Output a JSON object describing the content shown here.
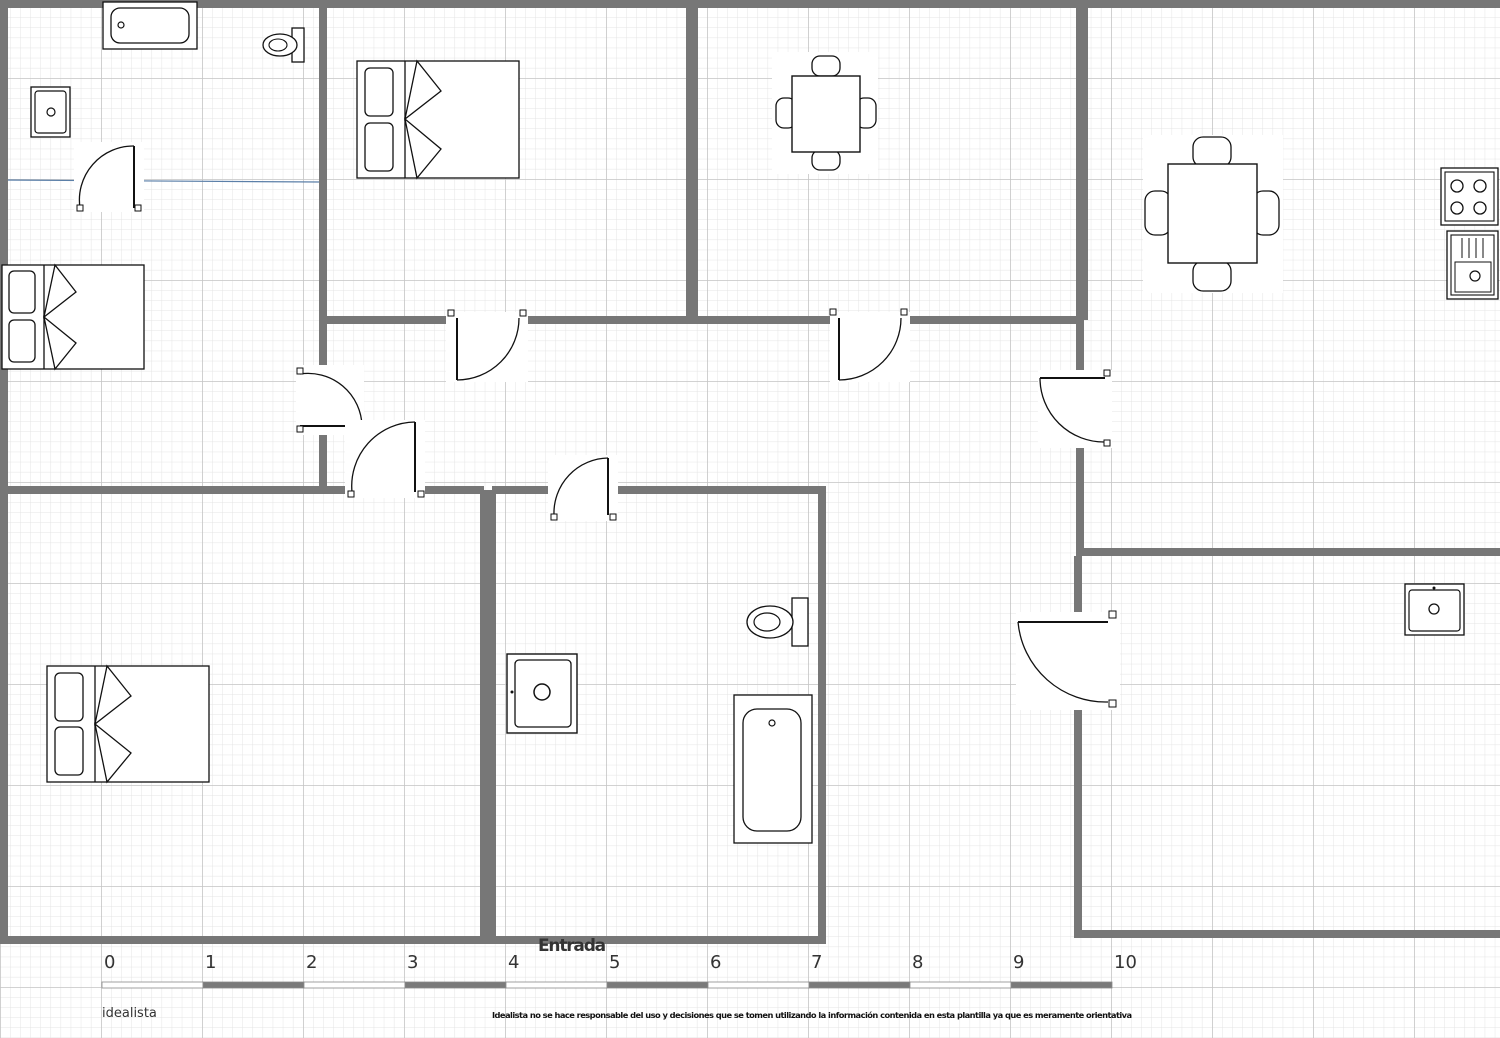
{
  "labels": {
    "entrance": "Entrada",
    "brand": "idealista",
    "disclaimer": "Idealista no se hace responsable del uso y decisiones que se tomen utilizando la información contenida en esta plantilla ya que es meramente orientativa"
  },
  "scale": {
    "ticks": [
      "0",
      "1",
      "2",
      "3",
      "4",
      "5",
      "6",
      "7",
      "8",
      "9",
      "10"
    ]
  },
  "colors": {
    "wall": "#777777",
    "grid_major": "#c9c9c9",
    "grid_minor": "#e4e4e4",
    "scale_dark": "#7a7a7a",
    "scale_light": "#ffffff",
    "guide_line": "#5b7fa8"
  },
  "icons": [
    "bathtub-icon",
    "toilet-icon",
    "sink-icon",
    "double-bed-icon",
    "door-swing-icon",
    "dining-table-icon",
    "stove-icon",
    "kitchen-sink-icon"
  ]
}
